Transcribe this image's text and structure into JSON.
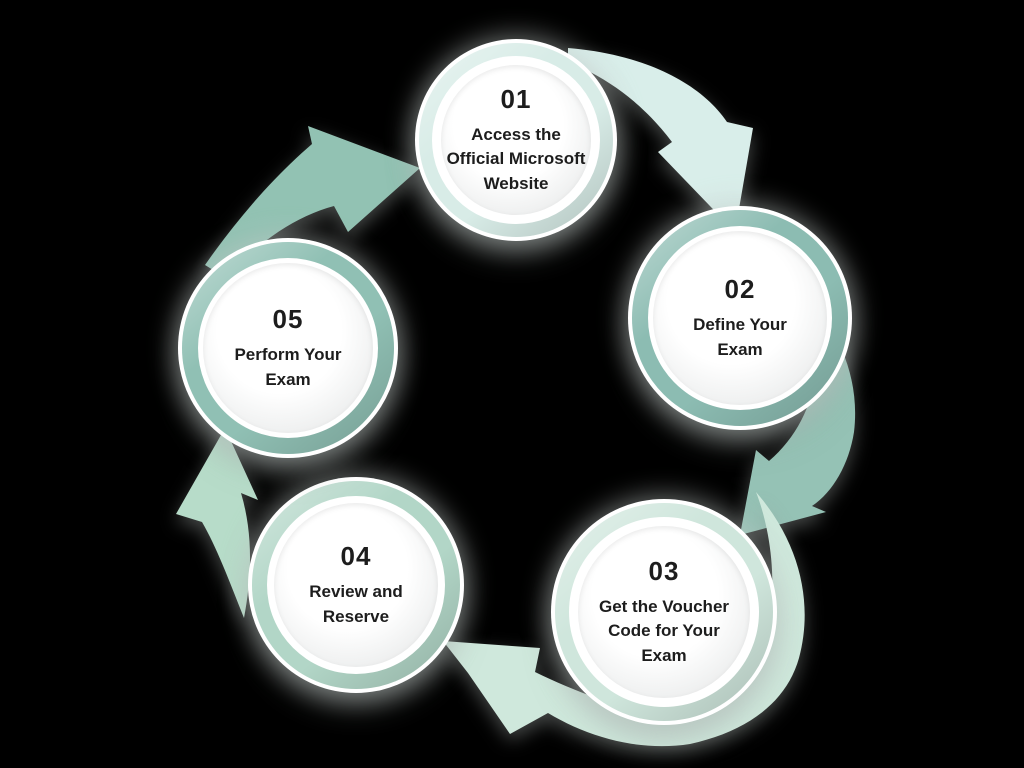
{
  "steps": [
    {
      "number": "01",
      "lines": [
        "Access the",
        "Official Microsoft",
        "Website"
      ]
    },
    {
      "number": "02",
      "lines": [
        "Define Your",
        "Exam"
      ]
    },
    {
      "number": "03",
      "lines": [
        "Get the Voucher",
        "Code for Your",
        "Exam"
      ]
    },
    {
      "number": "04",
      "lines": [
        "Review and",
        "Reserve"
      ]
    },
    {
      "number": "05",
      "lines": [
        "Perform Your",
        "Exam"
      ]
    }
  ],
  "colors": {
    "background": "#000000",
    "text": "#1d1d1d",
    "rings": [
      "#d8ece7",
      "#8cbcb2",
      "#cfe6dc",
      "#b2d6c7",
      "#90c0b4"
    ],
    "arrows": {
      "step1_to_step2": "#d9eeea",
      "step2_to_step3": "#95c2b5",
      "step3_to_step4": "#cfe8dc",
      "step4_to_step5": "#b7dcc9",
      "step5_to_step1": "#92c2b3"
    }
  }
}
